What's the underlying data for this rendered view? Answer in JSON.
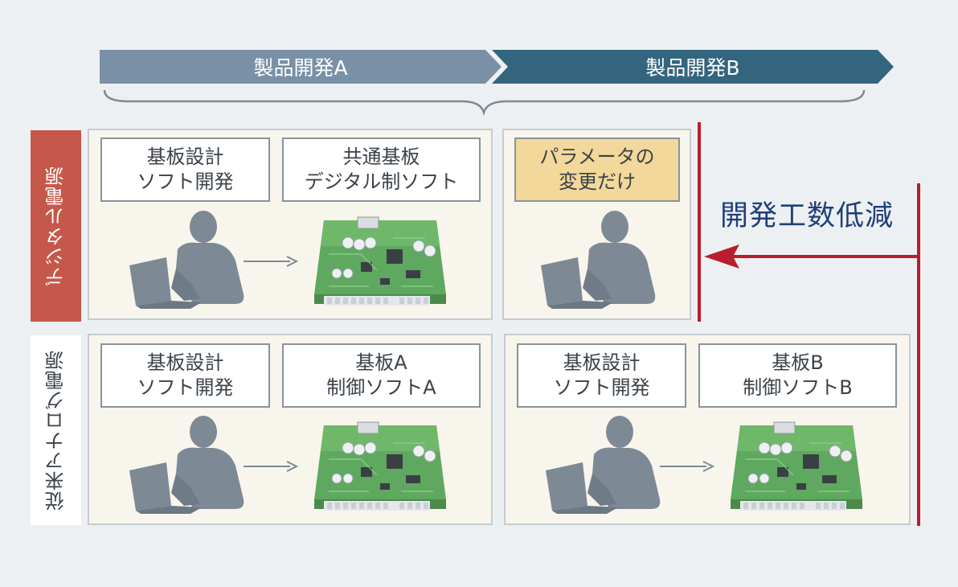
{
  "header": {
    "phase_a": "製品開発A",
    "phase_b": "製品開発B"
  },
  "rows": {
    "digital_label": "デジタル電源",
    "analog_label": "従来アナログ電源"
  },
  "digital": {
    "a_box1": [
      "基板設計",
      "ソフト開発"
    ],
    "a_box2": [
      "共通基板",
      "デジタル制ソフト"
    ],
    "b_box1": [
      "パラメータの",
      "変更だけ"
    ]
  },
  "analog": {
    "a_box1": [
      "基板設計",
      "ソフト開発"
    ],
    "a_box2": [
      "基板A",
      "制御ソフトA"
    ],
    "b_box1": [
      "基板設計",
      "ソフト開発"
    ],
    "b_box2": [
      "基板B",
      "制御ソフトB"
    ]
  },
  "callout": "開発工数低減",
  "colors": {
    "phase_a": "#7990a6",
    "phase_b": "#33657f",
    "digital_label": "#c5584a",
    "highlight": "#f2d89a",
    "reduction_arrow": "#b81e2d",
    "callout_text": "#1f3f79"
  },
  "icons": [
    "engineer-laptop-icon",
    "right-arrow-icon",
    "circuit-board-icon"
  ]
}
